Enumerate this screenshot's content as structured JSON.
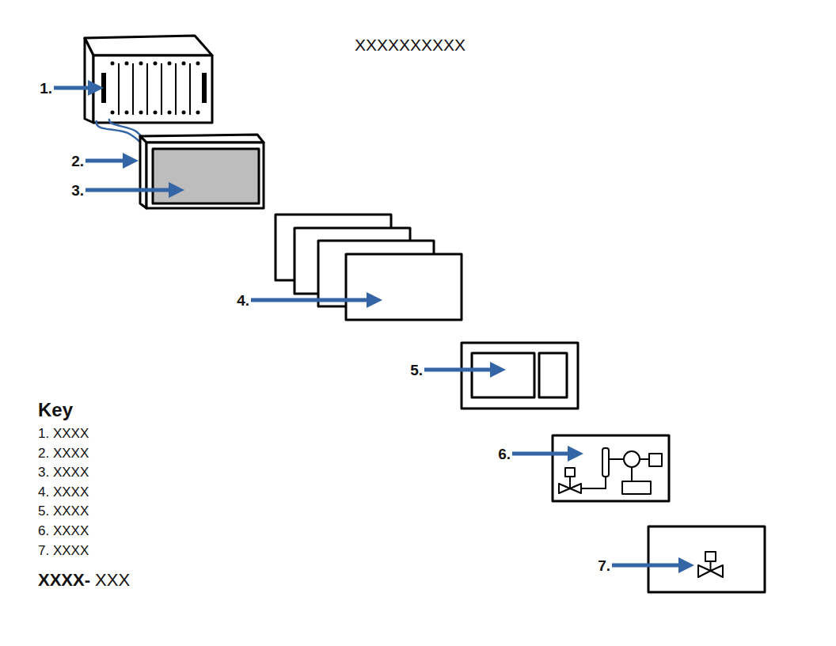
{
  "diagram": {
    "title": "XXXXXXXXXX",
    "labels": [
      "1.",
      "2.",
      "3.",
      "4.",
      "5.",
      "6.",
      "7.",
      "Key",
      "1. XXXX",
      "2. XXXX",
      "3. XXXX",
      "4. XXXX",
      "5. XXXX",
      "6. XXXX",
      "7. XXXX",
      "XXXX-",
      "XXX"
    ]
  }
}
